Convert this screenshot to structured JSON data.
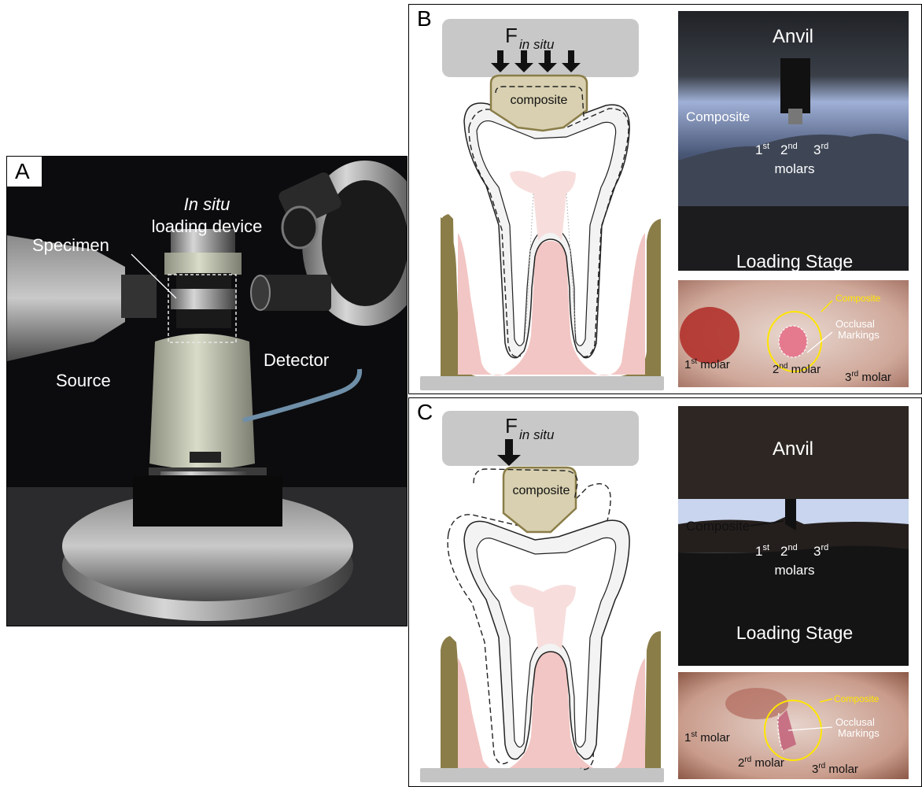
{
  "panelA": {
    "letter": "A",
    "labels": {
      "in_situ_line1": "In situ",
      "in_situ_line2": "loading device",
      "specimen": "Specimen",
      "detector": "Detector",
      "source": "Source"
    }
  },
  "panelB": {
    "letter": "B",
    "diagram": {
      "force_main": "F",
      "force_sub": "in situ",
      "composite": "composite"
    },
    "photo_top": {
      "anvil": "Anvil",
      "composite": "Composite",
      "molar_1": "1",
      "molar_1_sup": "st",
      "molar_2": "2",
      "molar_2_sup": "nd",
      "molar_3": "3",
      "molar_3_sup": "rd",
      "molars": "molars",
      "loading_stage": "Loading Stage"
    },
    "photo_bottom": {
      "composite": "Composite",
      "occlusal_1": "Occlusal",
      "occlusal_2": "Markings",
      "m1": "1",
      "m1_sup": "st",
      "m1_word": " molar",
      "m2": "2",
      "m2_sup": "nd",
      "m2_word": " molar",
      "m3": "3",
      "m3_sup": "rd",
      "m3_word": " molar"
    }
  },
  "panelC": {
    "letter": "C",
    "diagram": {
      "force_main": "F",
      "force_sub": "in situ",
      "composite": "composite"
    },
    "photo_top": {
      "anvil": "Anvil",
      "composite": "Composite",
      "molar_1": "1",
      "molar_1_sup": "st",
      "molar_2": "2",
      "molar_2_sup": "nd",
      "molar_3": "3",
      "molar_3_sup": "rd",
      "molars": "molars",
      "loading_stage": "Loading Stage"
    },
    "photo_bottom": {
      "composite": "Composite",
      "occlusal_1": "Occlusal",
      "occlusal_2": "Markings",
      "m1": "1",
      "m1_sup": "st",
      "m1_word": " molar",
      "m2": "2",
      "m2_sup": "rd",
      "m2_word": " molar",
      "m3": "3",
      "m3_sup": "rd",
      "m3_word": " molar"
    }
  },
  "colors": {
    "gum": "#f2c6c4",
    "bone": "#8a7d48",
    "composite_fill": "#d8d0b0",
    "anvil_gray": "#c8c8c8",
    "pulp": "#f7dedd",
    "yellow_label": "#ffe600"
  }
}
